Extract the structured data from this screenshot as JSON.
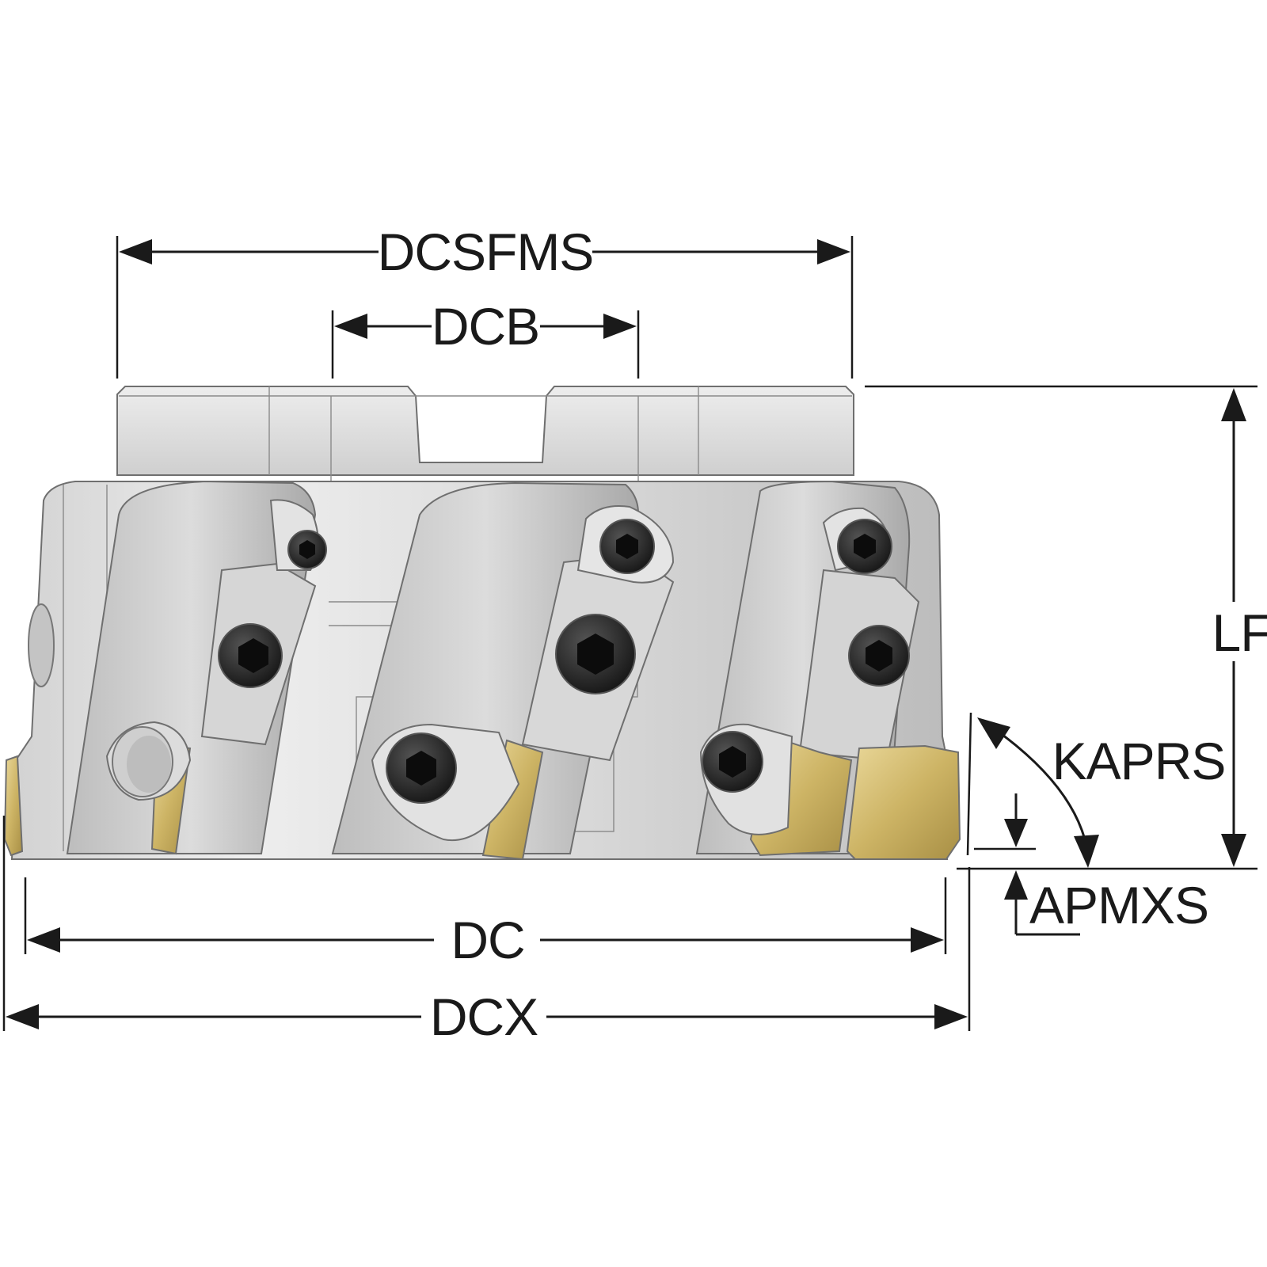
{
  "dimensions": {
    "dcsfms": "DCSFMS",
    "dcb": "DCB",
    "lf": "LF",
    "kaprs": "KAPRS",
    "apmxs": "APMXS",
    "dc": "DC",
    "dcx": "DCX"
  },
  "colors": {
    "line": "#1a1a1a",
    "steel_light": "#e6e6e6",
    "steel_mid": "#c8c8c8",
    "steel_dark": "#9a9a9a",
    "insert_gold": "#d9c47a",
    "screw": "#262626"
  }
}
